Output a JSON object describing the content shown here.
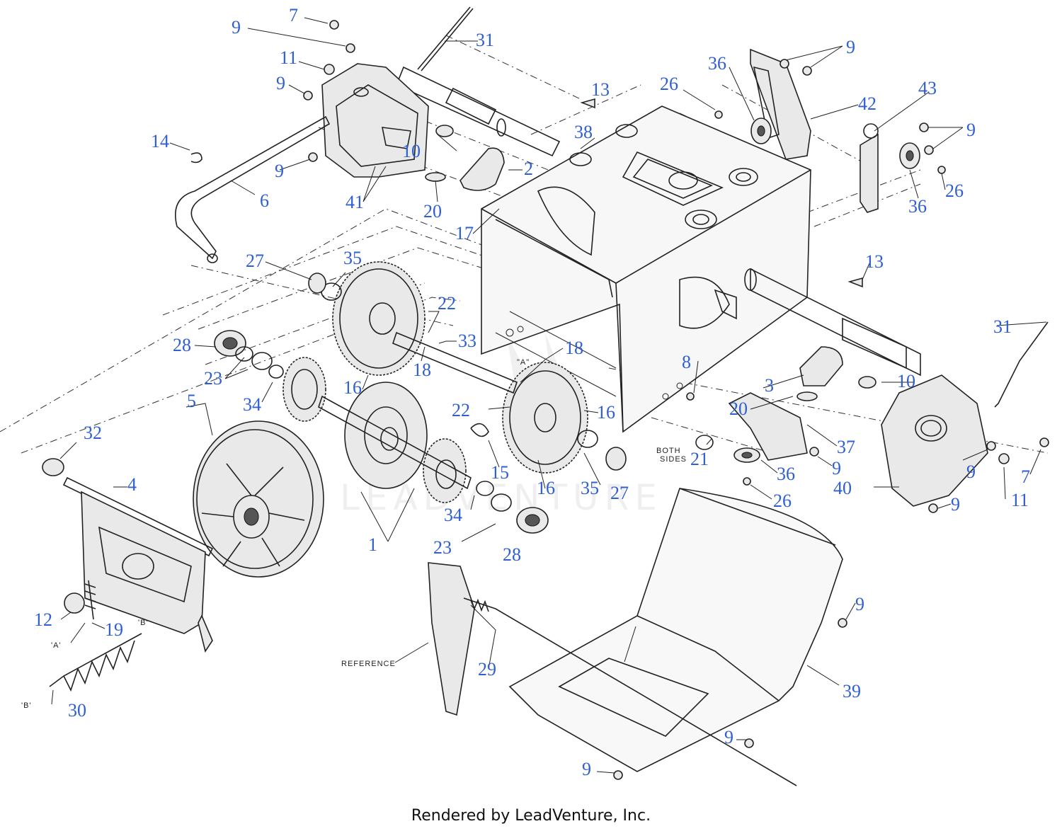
{
  "watermark": "LEADVENTURE",
  "footer": "Rendered by LeadVenture, Inc.",
  "notes": {
    "ref_a": "\"A\"",
    "a_left": "'A'",
    "b_left": "'B'",
    "b_bottom": "'B'",
    "both_sides_1": "BOTH",
    "both_sides_2": "SIDES",
    "reference": "REFERENCE"
  },
  "callouts": [
    "1",
    "2",
    "3",
    "4",
    "5",
    "6",
    "7",
    "7",
    "8",
    "9",
    "9",
    "9",
    "9",
    "9",
    "9",
    "9",
    "9",
    "9",
    "9",
    "9",
    "10",
    "10",
    "11",
    "11",
    "12",
    "13",
    "13",
    "14",
    "15",
    "16",
    "16",
    "16",
    "17",
    "18",
    "18",
    "19",
    "20",
    "20",
    "21",
    "22",
    "22",
    "23",
    "23",
    "26",
    "26",
    "26",
    "27",
    "27",
    "28",
    "28",
    "29",
    "30",
    "31",
    "31",
    "32",
    "33",
    "34",
    "34",
    "35",
    "35",
    "36",
    "36",
    "36",
    "37",
    "38",
    "39",
    "40",
    "41",
    "42",
    "43"
  ]
}
